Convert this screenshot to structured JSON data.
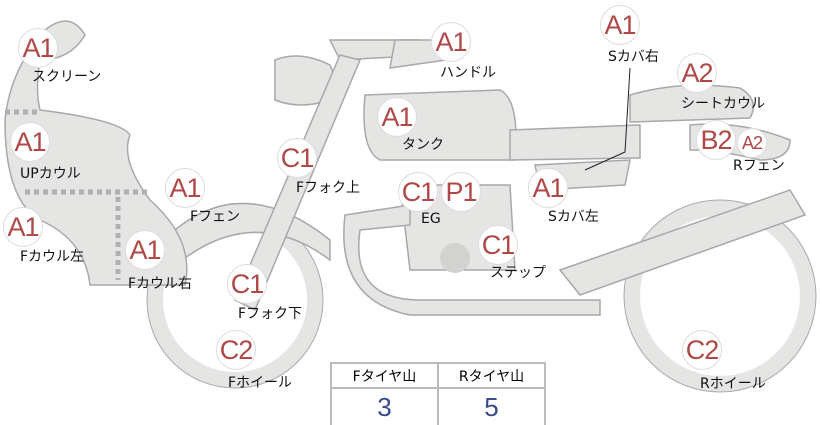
{
  "parts": [
    {
      "grade": "A1",
      "label": "スクリーン"
    },
    {
      "grade": "A1",
      "label": "UPカウル"
    },
    {
      "grade": "A1",
      "label": "Fカウル左"
    },
    {
      "grade": "A1",
      "label": "Fカウル右"
    },
    {
      "grade": "A1",
      "label": "Fフェン"
    },
    {
      "grade": "C1",
      "label": "Fフォク上"
    },
    {
      "grade": "C1",
      "label": "Fフォク下"
    },
    {
      "grade": "C2",
      "label": "Fホイール"
    },
    {
      "grade": "A1",
      "label": "ハンドル"
    },
    {
      "grade": "A1",
      "label": "タンク"
    },
    {
      "grade": "C1",
      "label": "EG"
    },
    {
      "grade": "P1",
      "label": ""
    },
    {
      "grade": "C1",
      "label": "ステップ"
    },
    {
      "grade": "A1",
      "label": "Sカバ左"
    },
    {
      "grade": "A1",
      "label": "Sカバ右"
    },
    {
      "grade": "A2",
      "label": "シートカウル"
    },
    {
      "grade": "B2",
      "label": "Rフェン"
    },
    {
      "grade": "A2",
      "label": ""
    },
    {
      "grade": "C2",
      "label": "Rホイール"
    }
  ],
  "tires": {
    "front_label": "Fタイヤ山",
    "rear_label": "Rタイヤ山",
    "front_value": "3",
    "rear_value": "5"
  }
}
